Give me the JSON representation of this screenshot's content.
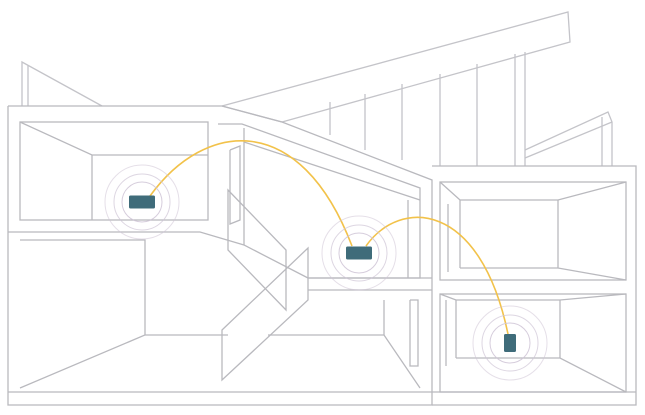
{
  "diagram": {
    "colors": {
      "background": "#ffffff",
      "wall_line": "#b7b7bc",
      "wall_line_light": "#cfcfd4",
      "signal_line": "#f2c24a",
      "ring": "#cfc4d6",
      "device": "#3f6c7a"
    },
    "devices": [
      {
        "id": "device-top-left",
        "shape": "wide"
      },
      {
        "id": "device-center",
        "shape": "wide"
      },
      {
        "id": "device-bottom-right",
        "shape": "tall"
      }
    ],
    "links": [
      {
        "from": "device-top-left",
        "to": "device-center"
      },
      {
        "from": "device-center",
        "to": "device-bottom-right"
      }
    ]
  }
}
